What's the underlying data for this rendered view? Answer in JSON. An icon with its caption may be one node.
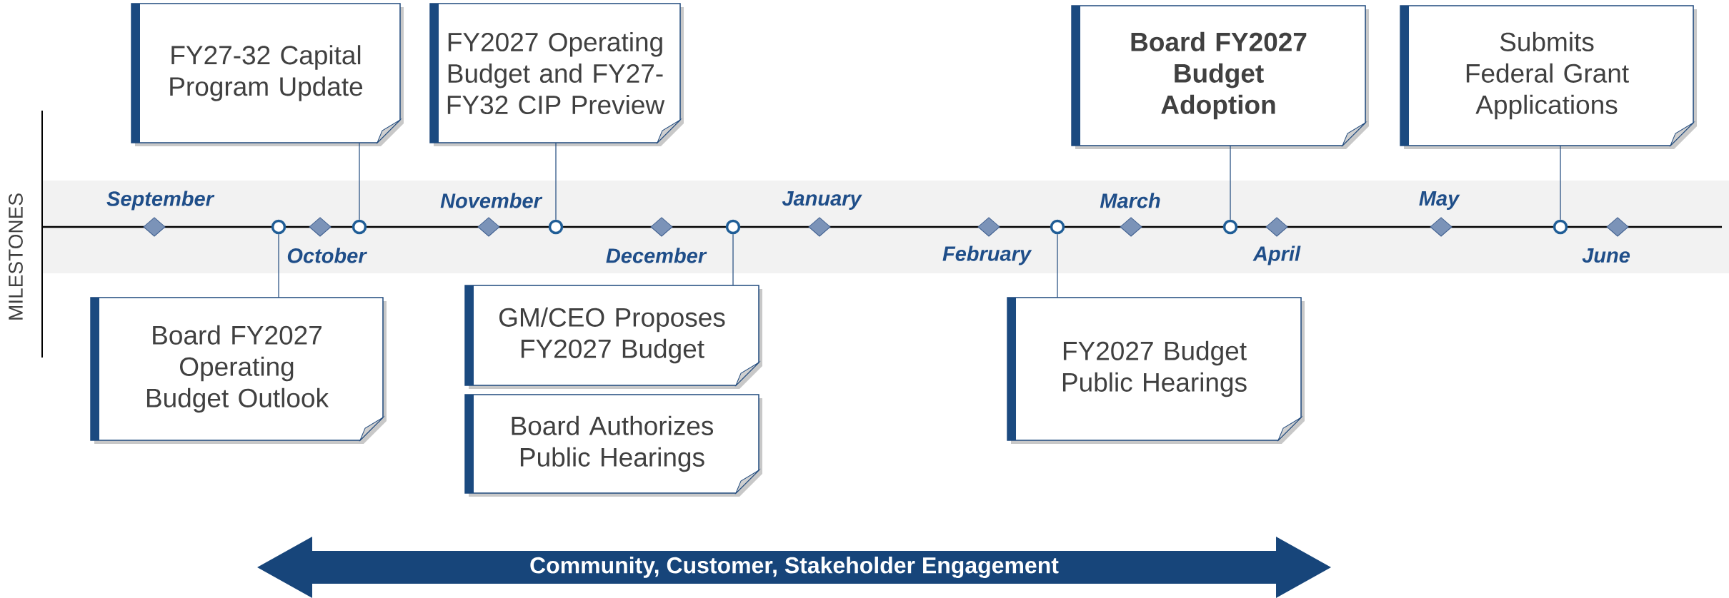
{
  "diagram": {
    "nodes": [
      {
        "text": [
          "FY27-32 Capital Program Update"
        ]
      },
      {
        "text": [
          "FY2027 Operating Budget and FY27-FY32 CIP Preview"
        ]
      },
      {
        "text": [
          "Board FY2027 Budget Adoption"
        ]
      },
      {
        "text": [
          "Submits Federal Grant Applications"
        ]
      },
      {
        "text": [
          "Board FY2027 Operating Budget Outlook"
        ]
      },
      {
        "text": [
          "GM/CEO Proposes FY2027 Budget"
        ]
      },
      {
        "text": [
          "Board Authorizes Public Hearings"
        ]
      },
      {
        "text": [
          "FY2027 Budget Public Hearings"
        ]
      },
      {
        "text": [],
        "shape": "circle"
      },
      {
        "text": [],
        "shape": "circle"
      },
      {
        "text": [],
        "shape": "circle"
      },
      {
        "text": [],
        "shape": "circle"
      },
      {
        "text": [],
        "shape": "circle"
      },
      {
        "text": [],
        "shape": "circle"
      },
      {
        "text": [],
        "shape": "circle"
      },
      {
        "text": [
          "Community, Customer, Stakeholder Engagement"
        ]
      }
    ],
    "edges": [
      {
        "from": 0,
        "to": 9,
        "arrow": "none"
      },
      {
        "from": 1,
        "to": 10,
        "arrow": "none"
      },
      {
        "from": 2,
        "to": 13,
        "arrow": "none"
      },
      {
        "from": 3,
        "to": 14,
        "arrow": "none"
      },
      {
        "from": 4,
        "to": 8,
        "arrow": "none"
      },
      {
        "from": 5,
        "to": 11,
        "arrow": "none"
      },
      {
        "from": 7,
        "to": 12,
        "arrow": "none"
      }
    ],
    "labels": [
      "MILESTONES",
      "September",
      "October",
      "November",
      "December",
      "January",
      "February",
      "March",
      "April",
      "May",
      "June"
    ]
  }
}
